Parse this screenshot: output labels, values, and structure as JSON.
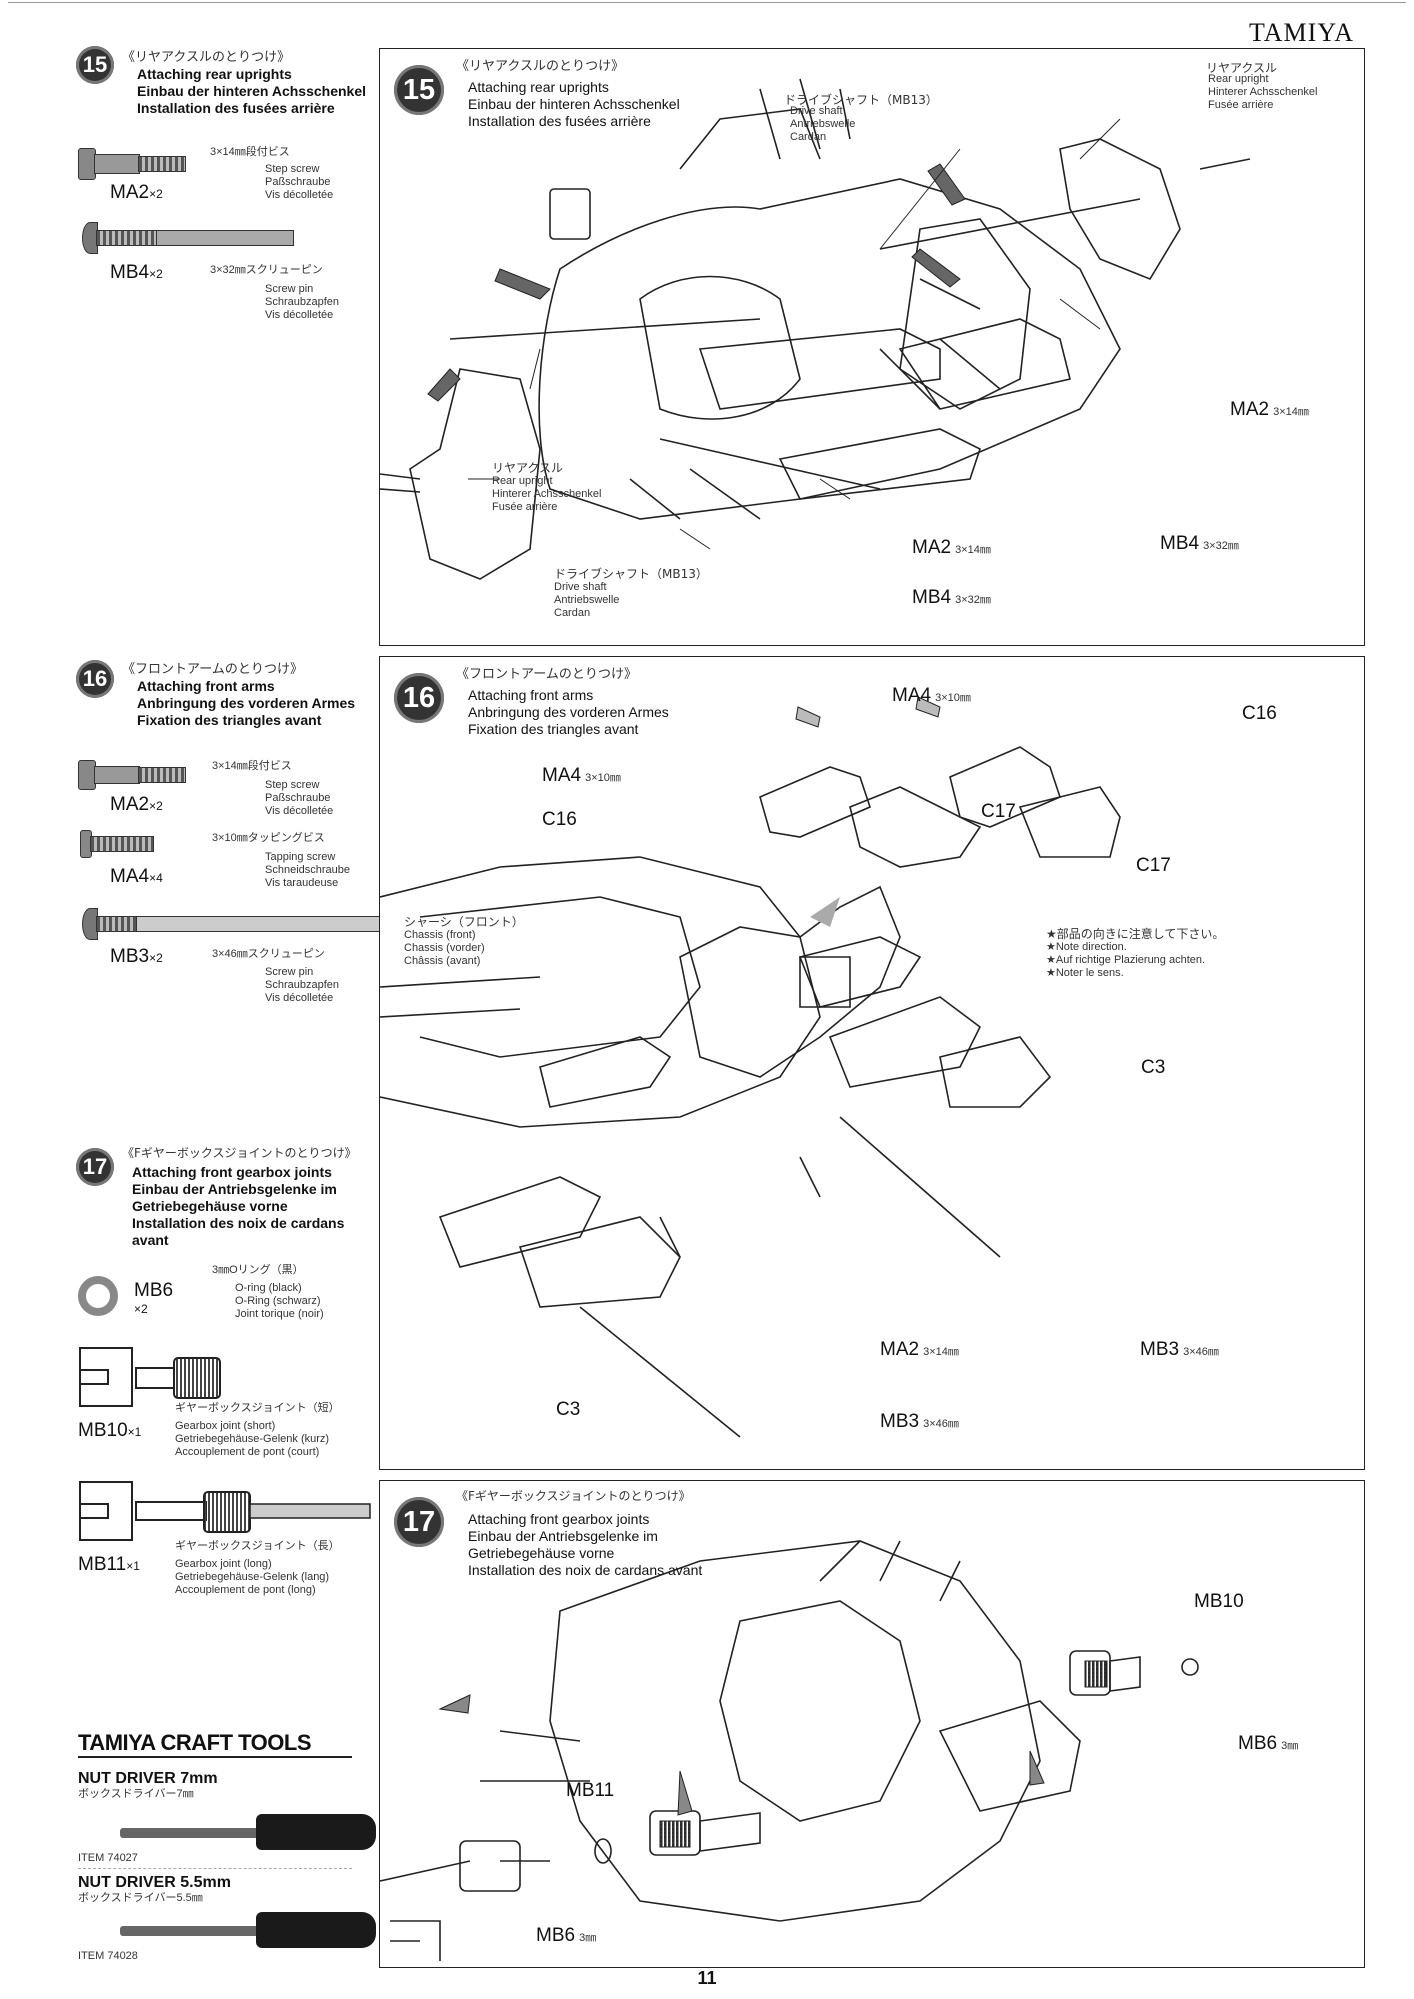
{
  "header": {
    "brand": "TAMIYA"
  },
  "page_number": "11",
  "sidebar": {
    "step15": {
      "number": "15",
      "title_jp": "《リヤアクスルのとりつけ》",
      "title_en": "Attaching rear uprights",
      "title_de": "Einbau der hinteren Achsschenkel",
      "title_fr": "Installation des fusées arrière",
      "parts": [
        {
          "code": "MA2",
          "qty": "×2",
          "size_jp": "3×14㎜段付ビス",
          "en": "Step screw",
          "de": "Paßschraube",
          "fr": "Vis décolletée"
        },
        {
          "code": "MB4",
          "qty": "×2",
          "size_jp": "3×32㎜スクリューピン",
          "en": "Screw pin",
          "de": "Schraubzapfen",
          "fr": "Vis décolletée"
        }
      ]
    },
    "step16": {
      "number": "16",
      "title_jp": "《フロントアームのとりつけ》",
      "title_en": "Attaching front arms",
      "title_de": "Anbringung des vorderen Armes",
      "title_fr": "Fixation des triangles avant",
      "parts": [
        {
          "code": "MA2",
          "qty": "×2",
          "size_jp": "3×14㎜段付ビス",
          "en": "Step screw",
          "de": "Paßschraube",
          "fr": "Vis décolletée"
        },
        {
          "code": "MA4",
          "qty": "×4",
          "size_jp": "3×10㎜タッピングビス",
          "en": "Tapping screw",
          "de": "Schneidschraube",
          "fr": "Vis taraudeuse"
        },
        {
          "code": "MB3",
          "qty": "×2",
          "size_jp": "3×46㎜スクリューピン",
          "en": "Screw pin",
          "de": "Schraubzapfen",
          "fr": "Vis décolletée"
        }
      ]
    },
    "step17": {
      "number": "17",
      "title_jp": "《Fギヤーボックスジョイントのとりつけ》",
      "title_en": "Attaching front gearbox joints",
      "title_de": "Einbau der Antriebsgelenke im Getriebegehäuse vorne",
      "title_fr": "Installation des noix de cardans avant",
      "parts": [
        {
          "code": "MB6",
          "qty": "×2",
          "size_jp": "3㎜Oリング（黒）",
          "en": "O-ring (black)",
          "de": "O-Ring (schwarz)",
          "fr": "Joint torique (noir)"
        },
        {
          "code": "MB10",
          "qty": "×1",
          "size_jp": "ギヤーボックスジョイント（短）",
          "en": "Gearbox joint (short)",
          "de": "Getriebegehäuse-Gelenk (kurz)",
          "fr": "Accouplement de pont (court)"
        },
        {
          "code": "MB11",
          "qty": "×1",
          "size_jp": "ギヤーボックスジョイント（長）",
          "en": "Gearbox joint (long)",
          "de": "Getriebegehäuse-Gelenk (lang)",
          "fr": "Accouplement de pont (long)"
        }
      ]
    },
    "tools": {
      "header": "TAMIYA CRAFT TOOLS",
      "items": [
        {
          "name": "NUT DRIVER 7mm",
          "jp": "ボックスドライバー7㎜",
          "item": "ITEM 74027"
        },
        {
          "name": "NUT DRIVER 5.5mm",
          "jp": "ボックスドライバー5.5㎜",
          "item": "ITEM 74028"
        }
      ]
    }
  },
  "panels": {
    "p15": {
      "number": "15",
      "title_jp": "《リヤアクスルのとりつけ》",
      "title_en": "Attaching rear uprights",
      "title_de": "Einbau der hinteren Achsschenkel",
      "title_fr": "Installation des fusées arrière",
      "label_upright": {
        "jp": "リヤアクスル",
        "en": "Rear upright",
        "de": "Hinterer Achsschenkel",
        "fr": "Fusée arrière"
      },
      "label_shaft": {
        "jp": "ドライブシャフト（MB13）",
        "en": "Drive shaft",
        "de": "Antriebswelle",
        "fr": "Cardan"
      },
      "callouts": [
        {
          "code": "MA2",
          "spec": "3×14㎜"
        },
        {
          "code": "MB4",
          "spec": "3×32㎜"
        }
      ]
    },
    "p16": {
      "number": "16",
      "title_jp": "《フロントアームのとりつけ》",
      "title_en": "Attaching front arms",
      "title_de": "Anbringung des vorderen Armes",
      "title_fr": "Fixation des triangles avant",
      "chassis": {
        "jp": "シャーシ（フロント）",
        "en": "Chassis (front)",
        "de": "Chassis (vorder)",
        "fr": "Châssis (avant)"
      },
      "note": {
        "jp": "★部品の向きに注意して下さい。",
        "en": "★Note direction.",
        "de": "★Auf richtige Plazierung achten.",
        "fr": "★Noter le sens."
      },
      "callouts": {
        "ma4": "MA4",
        "ma4_spec": "3×10㎜",
        "c16": "C16",
        "c17": "C17",
        "c3": "C3",
        "ma2": "MA2",
        "ma2_spec": "3×14㎜",
        "mb3": "MB3",
        "mb3_spec": "3×46㎜"
      }
    },
    "p17": {
      "number": "17",
      "title_jp": "《Fギヤーボックスジョイントのとりつけ》",
      "title_en": "Attaching front gearbox joints",
      "title_de": "Einbau der Antriebsgelenke im Getriebegehäuse vorne",
      "title_fr": "Installation des noix de cardans avant",
      "callouts": {
        "mb10": "MB10",
        "mb11": "MB11",
        "mb6": "MB6",
        "mb6_spec": "3㎜"
      }
    }
  }
}
